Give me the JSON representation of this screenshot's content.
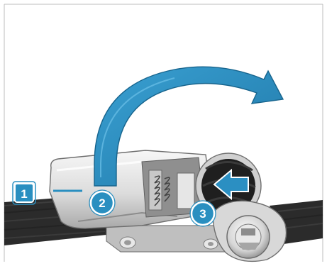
{
  "figure": {
    "callouts": [
      {
        "label": "1",
        "shape": "square",
        "color": "#2a8fc0"
      },
      {
        "label": "2",
        "shape": "circle",
        "color": "#2a8fc0"
      },
      {
        "label": "3",
        "shape": "circle",
        "color": "#2a8fc0"
      }
    ],
    "colors": {
      "frame": "#bdbdbd",
      "arrow_fill": "#2b8fc2",
      "arrow_shadow": "#1c6f9a",
      "strap": "#2c2c2c",
      "metal_light": "#f2f2f2",
      "metal_mid": "#c9c9c9",
      "metal_dark": "#8f8f8f"
    },
    "icons": [
      "curved-arrow-icon",
      "push-arrow-icon"
    ]
  }
}
